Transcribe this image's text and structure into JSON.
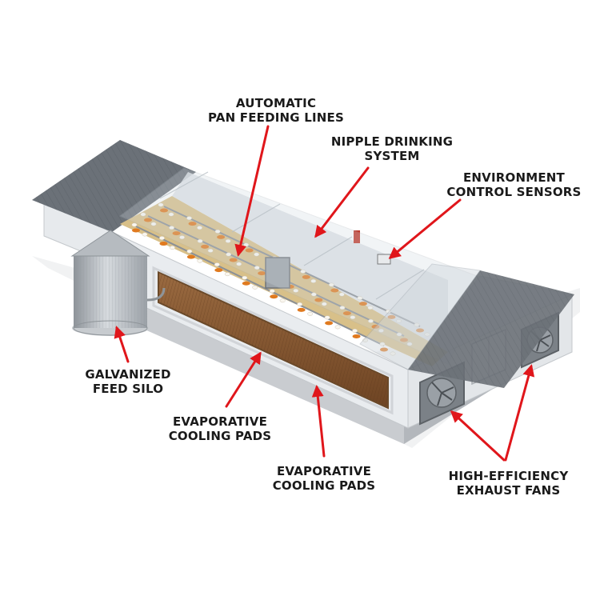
{
  "labels": {
    "feeding": [
      "AUTOMATIC",
      "PAN FEEDING LINES"
    ],
    "drinking": [
      "NIPPLE DRINKING",
      "SYSTEM"
    ],
    "sensors": [
      "ENVIRONMENT",
      "CONTROL SENSORS"
    ],
    "silo": [
      "GALVANIZED",
      "FEED SILO"
    ],
    "cooling_left": [
      "EVAPORATIVE",
      "COOLING PADS"
    ],
    "cooling_bottom": [
      "EVAPORATIVE",
      "COOLING PADS"
    ],
    "fans": [
      "HIGH-EFFICIENCY",
      "EXHAUST FANS"
    ]
  },
  "colors": {
    "arrow": "#e0161b",
    "roof": "#6b7178",
    "wall": "#e9ecef",
    "pad": "#8a5a33",
    "litter": "#d8c089",
    "feeder": "#e07a1f",
    "silo": "#b9bec3"
  }
}
